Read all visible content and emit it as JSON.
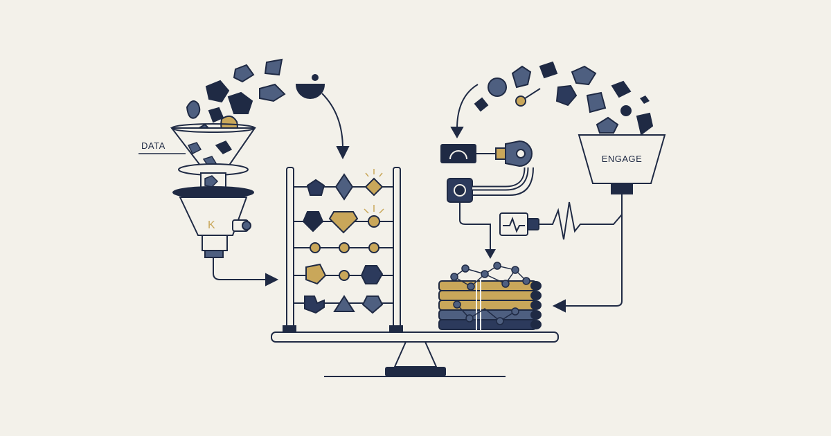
{
  "labels": {
    "data_label": "DATA",
    "engage_label": "ENGAGE",
    "funnel_mark": "K"
  },
  "colors": {
    "background": "#f3f1ea",
    "ink": "#1f2a44",
    "navy": "#2c3a5c",
    "slate": "#4e5f80",
    "gold": "#c9a75a",
    "paper": "#f3f1ea"
  },
  "icons": [
    "funnel-icon",
    "abacus-icon",
    "diamond-icon",
    "bundle-icon",
    "waveform-icon",
    "balance-scale-icon",
    "connector-icon"
  ]
}
